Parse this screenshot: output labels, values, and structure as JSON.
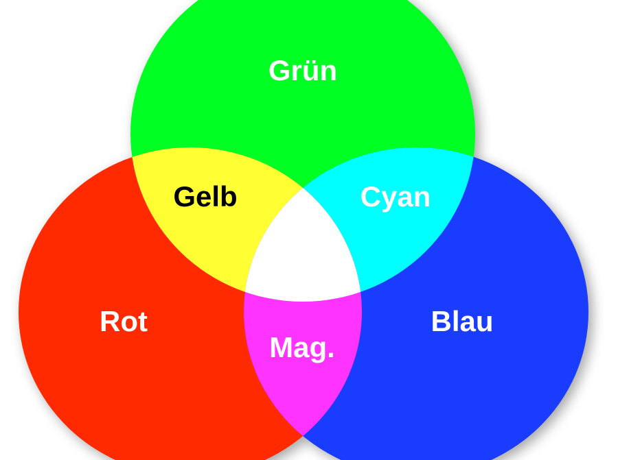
{
  "labels": {
    "green": "Grün",
    "yellow": "Gelb",
    "cyan": "Cyan",
    "red": "Rot",
    "blue": "Blau",
    "magenta": "Mag."
  },
  "colors": {
    "green": "#00ff22",
    "red": "#ff2a00",
    "blue": "#1a3cff",
    "yellow": "#ffff33",
    "cyan": "#00ffff",
    "magenta": "#ff33ff",
    "white": "#ffffff"
  }
}
